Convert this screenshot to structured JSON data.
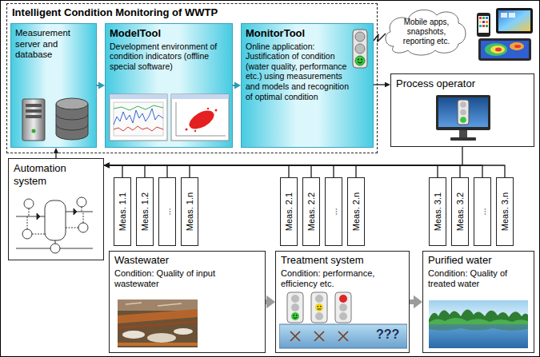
{
  "diagram": {
    "nodes": [
      {
        "text": [
          "Intelligent Condition Monitoring of WWTP"
        ]
      },
      {
        "text": [
          "Measurement server and database"
        ],
        "in": 0
      },
      {
        "text": [
          "ModelTool",
          "Development environment of condition indicators (offline special software)"
        ],
        "in": 0
      },
      {
        "text": [
          "MonitorTool",
          "Online application: Justification of condition (water quality, performance etc.) using measurements and models and recognition of optimal condition"
        ],
        "in": 0
      },
      {
        "text": [
          "Mobile apps, snapshots, reporting etc."
        ]
      },
      {
        "text": [
          "Process operator"
        ]
      },
      {
        "text": [
          "Automation system"
        ]
      },
      {
        "text": [
          "Meas. 1.1"
        ]
      },
      {
        "text": [
          "Meas. 1.2"
        ]
      },
      {
        "text": [
          "..."
        ]
      },
      {
        "text": [
          "Meas. 1.n"
        ]
      },
      {
        "text": [
          "Meas. 2.1"
        ]
      },
      {
        "text": [
          "Meas. 2.2"
        ]
      },
      {
        "text": [
          "..."
        ]
      },
      {
        "text": [
          "Meas. 2.n"
        ]
      },
      {
        "text": [
          "Meas. 3.1"
        ]
      },
      {
        "text": [
          "Meas. 3.2"
        ]
      },
      {
        "text": [
          "..."
        ]
      },
      {
        "text": [
          "Meas. 3.n"
        ]
      },
      {
        "text": [
          "Wastewater",
          "Condition: Quality of input wastewater"
        ]
      },
      {
        "text": [
          "Treatment system",
          "Condition: performance, efficiency etc."
        ]
      },
      {
        "text": [
          "Purified water",
          "Condition: Quality of treated water"
        ]
      }
    ],
    "edges": [
      {
        "from": 1,
        "to": 2,
        "arrow": "to"
      },
      {
        "from": 2,
        "to": 3,
        "arrow": "to"
      },
      {
        "from": 3,
        "to": 4,
        "arrow": "none"
      },
      {
        "from": 3,
        "to": 5,
        "arrow": "to"
      },
      {
        "from": 6,
        "to": 1,
        "arrow": "to"
      },
      {
        "from": 5,
        "to": 6,
        "arrow": "to"
      },
      {
        "from": 7,
        "to": 6,
        "arrow": "to"
      },
      {
        "from": 8,
        "to": 6,
        "arrow": "to"
      },
      {
        "from": 9,
        "to": 6,
        "arrow": "to"
      },
      {
        "from": 10,
        "to": 6,
        "arrow": "to"
      },
      {
        "from": 11,
        "to": 6,
        "arrow": "to"
      },
      {
        "from": 12,
        "to": 6,
        "arrow": "to"
      },
      {
        "from": 13,
        "to": 6,
        "arrow": "to"
      },
      {
        "from": 14,
        "to": 6,
        "arrow": "to"
      },
      {
        "from": 15,
        "to": 6,
        "arrow": "to"
      },
      {
        "from": 16,
        "to": 6,
        "arrow": "to"
      },
      {
        "from": 17,
        "to": 6,
        "arrow": "to"
      },
      {
        "from": 18,
        "to": 6,
        "arrow": "to"
      },
      {
        "from": 19,
        "to": 20,
        "arrow": "to"
      },
      {
        "from": 20,
        "to": 21,
        "arrow": "to"
      }
    ],
    "labels": [
      "???"
    ]
  }
}
